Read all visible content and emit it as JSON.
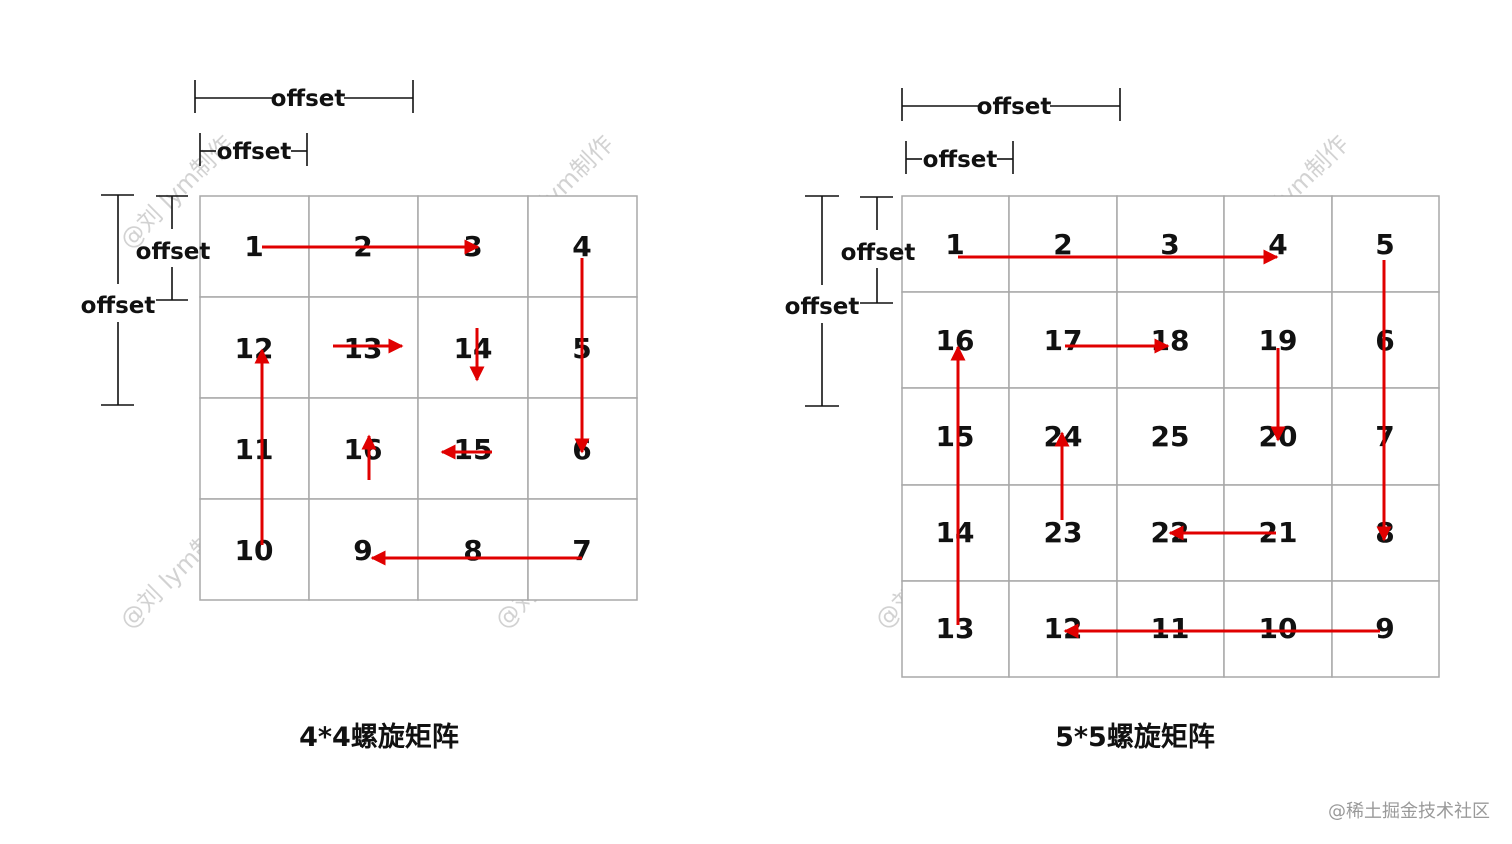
{
  "colors": {
    "arrow": "#e00000",
    "grid": "#a8a8a8",
    "text": "#111111",
    "watermark": "#c8c8c8"
  },
  "offset_label": "offset",
  "watermark_text": "@刘 lym制作",
  "footer": "@稀土掘金技术社区",
  "matrices": [
    {
      "id": "4x4",
      "caption": "4*4螺旋矩阵",
      "numbers": [
        [
          "1",
          "2",
          "3",
          "4"
        ],
        [
          "12",
          "13",
          "14",
          "5"
        ],
        [
          "11",
          "16",
          "15",
          "6"
        ],
        [
          "10",
          "9",
          "8",
          "7"
        ]
      ]
    },
    {
      "id": "5x5",
      "caption": "5*5螺旋矩阵",
      "numbers": [
        [
          "1",
          "2",
          "3",
          "4",
          "5"
        ],
        [
          "16",
          "17",
          "18",
          "19",
          "6"
        ],
        [
          "15",
          "24",
          "25",
          "20",
          "7"
        ],
        [
          "14",
          "23",
          "22",
          "21",
          "8"
        ],
        [
          "13",
          "12",
          "11",
          "10",
          "9"
        ]
      ]
    }
  ]
}
